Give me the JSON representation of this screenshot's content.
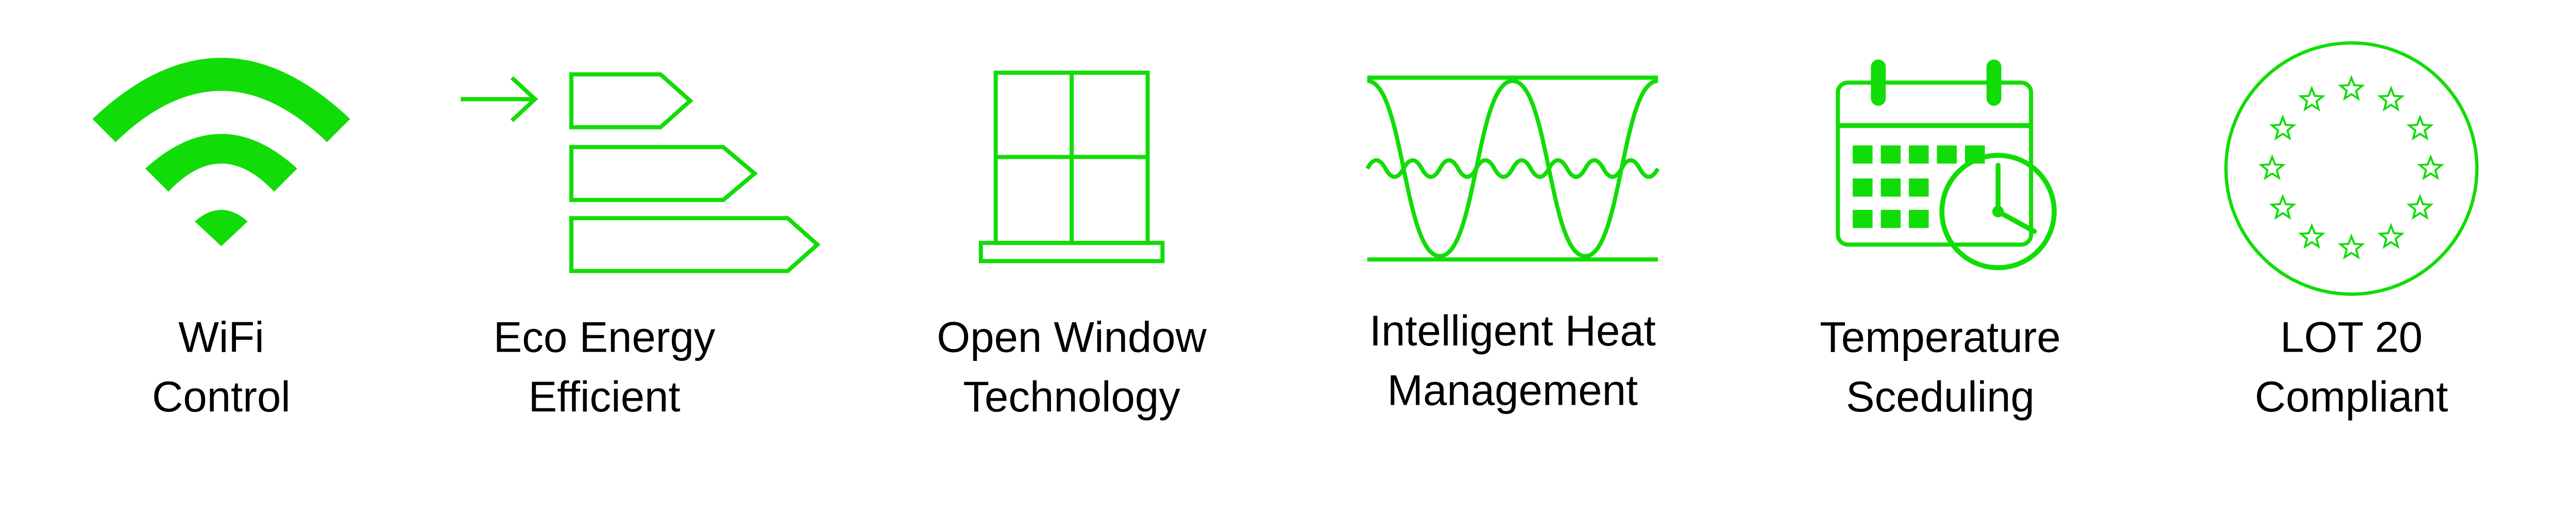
{
  "accent_color": "#12dc07",
  "features": [
    {
      "icon": "wifi-icon",
      "line1": "WiFi",
      "line2": "Control"
    },
    {
      "icon": "energy-rating-icon",
      "line1": "Eco Energy",
      "line2": "Efficient"
    },
    {
      "icon": "window-icon",
      "line1": "Open Window",
      "line2": "Technology"
    },
    {
      "icon": "heat-wave-icon",
      "line1": "Intelligent Heat",
      "line2": "Management"
    },
    {
      "icon": "calendar-clock-icon",
      "line1": "Temperature",
      "line2": "Sceduling"
    },
    {
      "icon": "eu-stars-icon",
      "line1": "LOT 20",
      "line2": "Compliant"
    }
  ]
}
